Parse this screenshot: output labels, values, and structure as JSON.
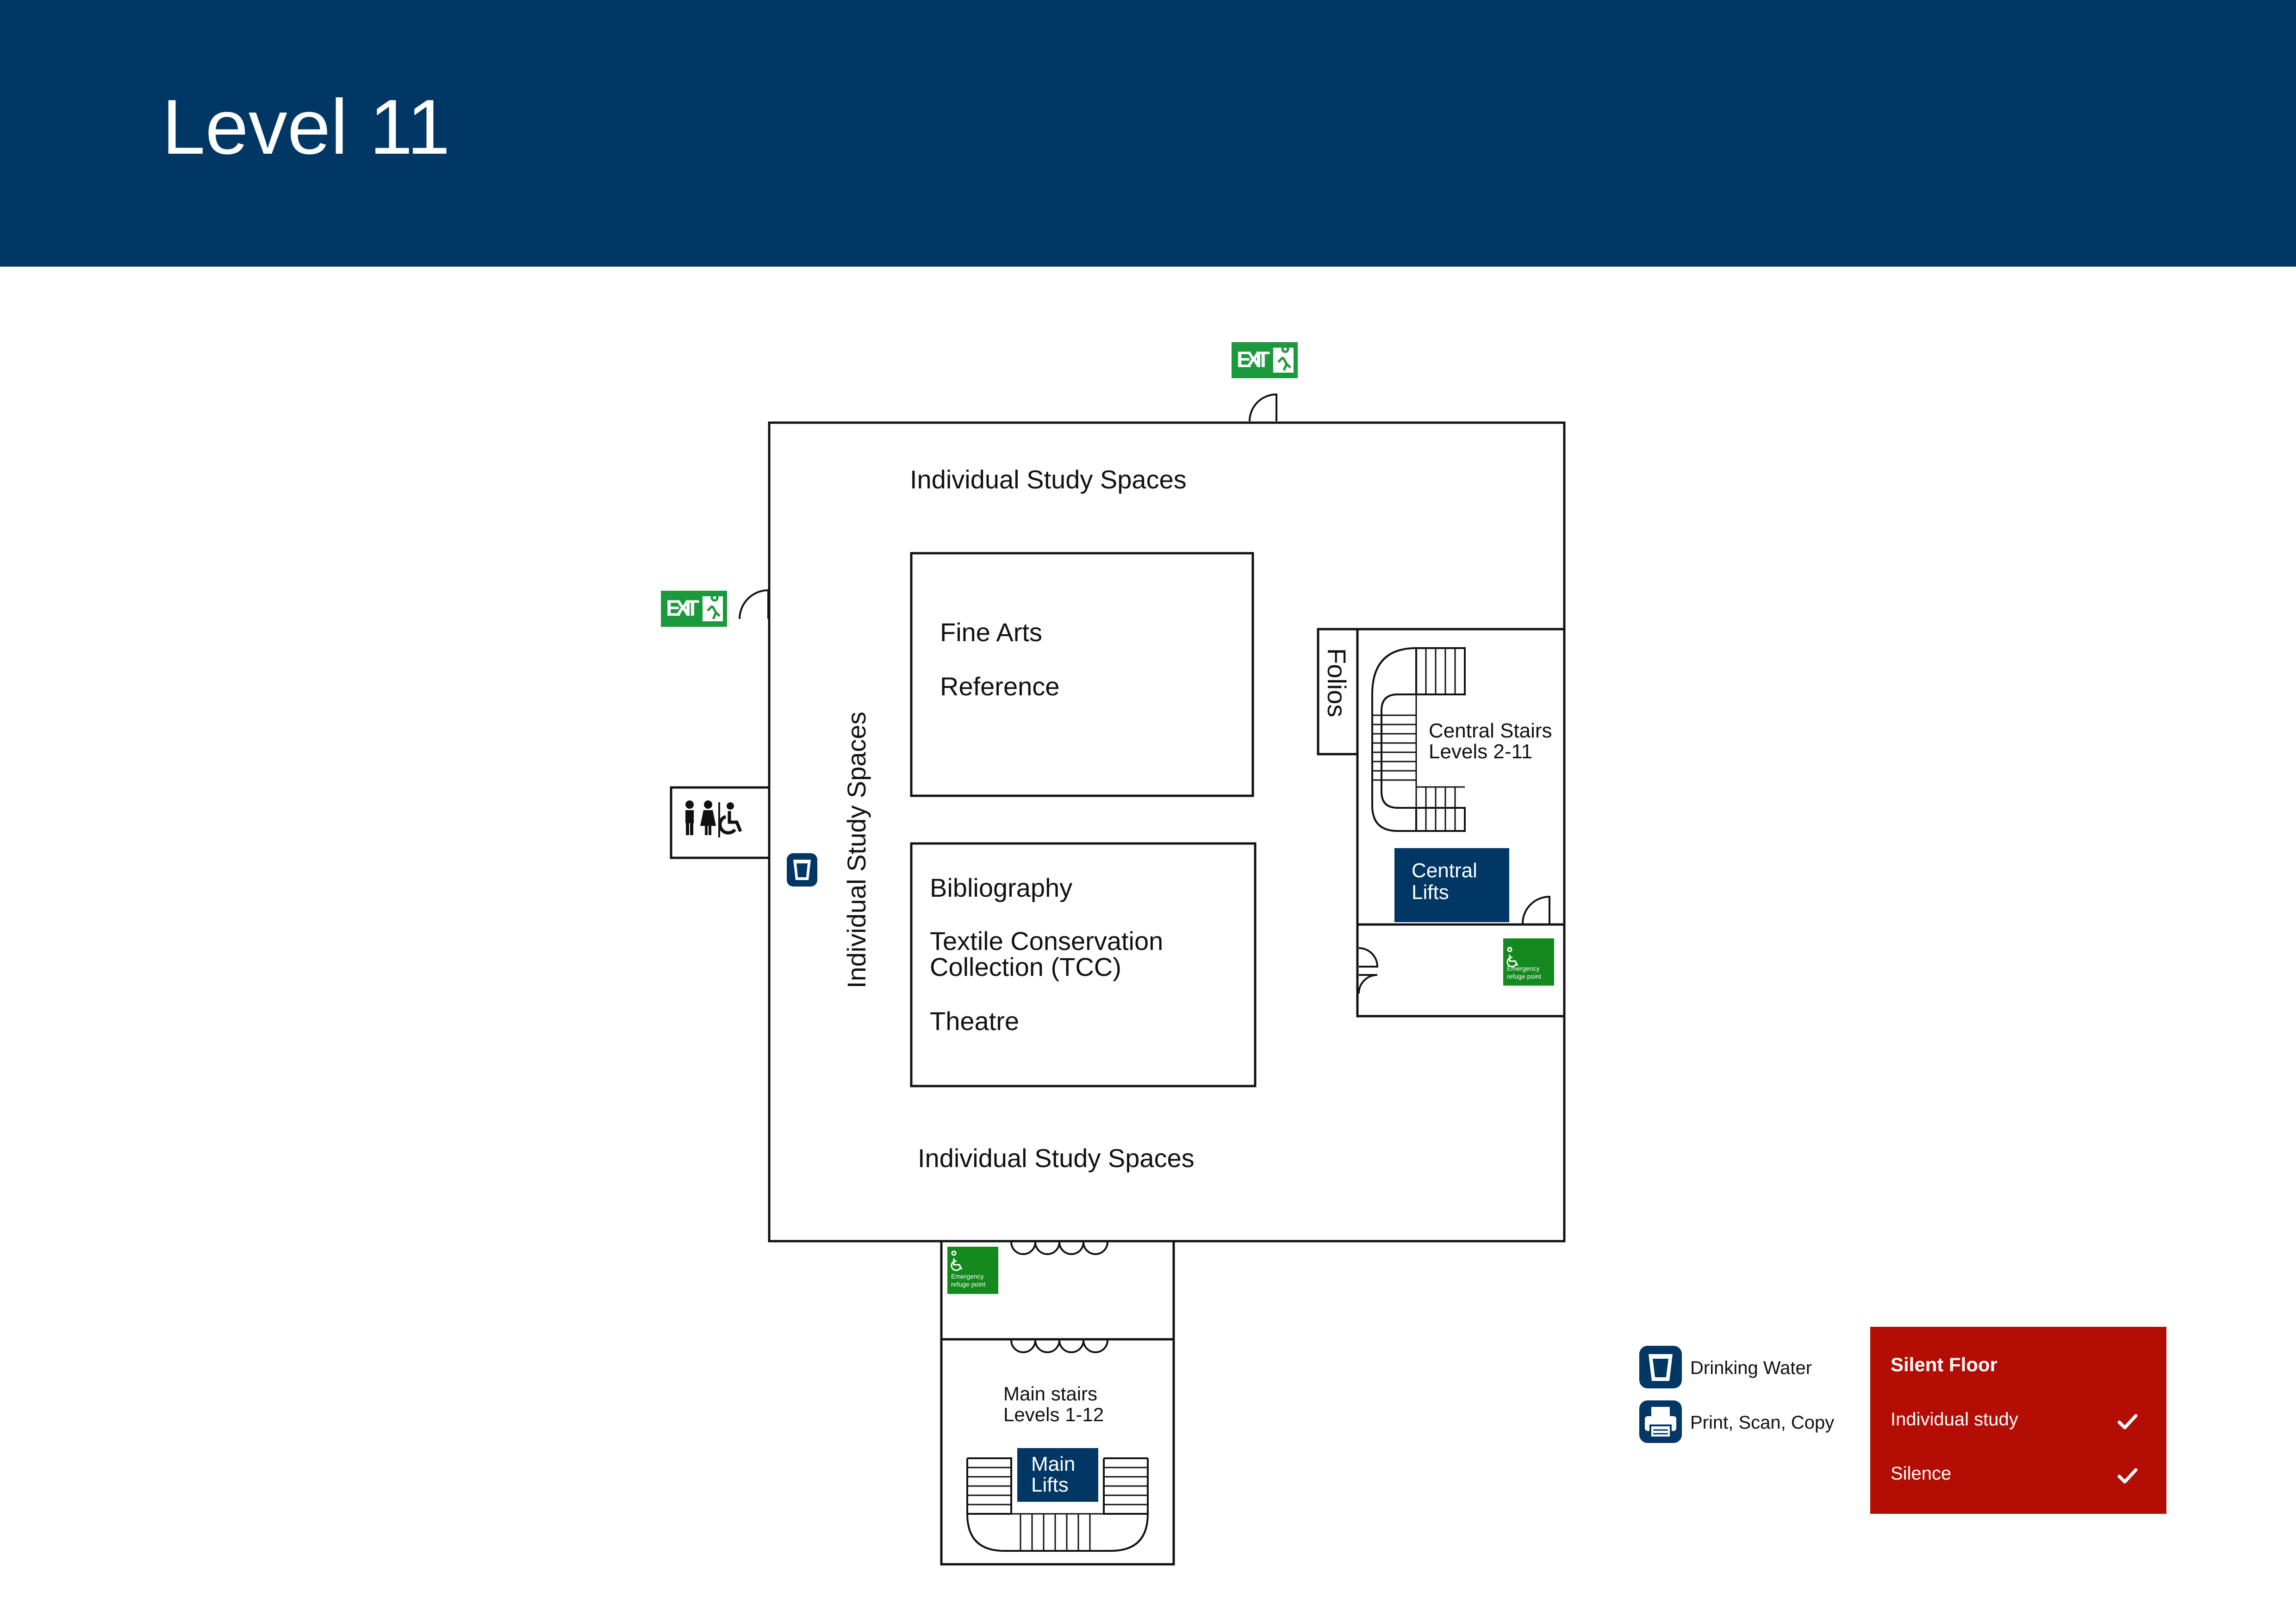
{
  "page": {
    "title": "Level 11",
    "header_color": "#003764"
  },
  "map": {
    "areas": {
      "study_top": "Individual Study Spaces",
      "study_left": "Individual Study Spaces",
      "study_bottom": "Individual Study Spaces",
      "fine_arts_line1": "Fine Arts",
      "fine_arts_line2": "Reference",
      "biblio_line1": "Bibliography",
      "biblio_line2": "Textile Conservation",
      "biblio_line3": "Collection (TCC)",
      "biblio_line4": "Theatre",
      "folios": "Folios",
      "central_stairs_line1": "Central Stairs",
      "central_stairs_line2": "Levels 2-11",
      "central_lifts_line1": "Central",
      "central_lifts_line2": "Lifts",
      "main_stairs_line1": "Main stairs",
      "main_stairs_line2": "Levels 1-12",
      "main_lifts_line1": "Main",
      "main_lifts_line2": "Lifts"
    },
    "exit_sign": "EXIT",
    "refuge_line1": "Emergency",
    "refuge_line2": "refuge point",
    "colors": {
      "exit": "#1a9a3c",
      "refuge": "#14891e",
      "lift": "#003764",
      "icon": "#003764"
    }
  },
  "legend": {
    "items": [
      {
        "icon": "drinking-water-icon",
        "label": "Drinking Water"
      },
      {
        "icon": "printer-icon",
        "label": "Print, Scan, Copy"
      }
    ]
  },
  "silent_floor": {
    "title": "Silent Floor",
    "color": "#b30d04",
    "rows": [
      {
        "label": "Individual study",
        "icon": "check-icon"
      },
      {
        "label": "Silence",
        "icon": "check-icon"
      }
    ]
  }
}
